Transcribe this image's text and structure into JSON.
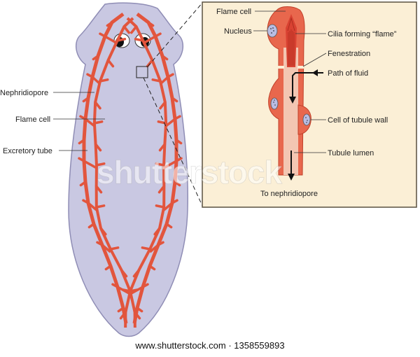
{
  "labels": {
    "nephridiopore": "Nephridiopore",
    "flame_cell_left": "Flame cell",
    "excretory_tube": "Excretory tube",
    "flame_cell_inset": "Flame cell",
    "nucleus": "Nucleus",
    "cilia": "Cilia forming “flame”",
    "fenestration": "Fenestration",
    "path_of_fluid": "Path of fluid",
    "cell_of_tubule_wall": "Cell of tubule wall",
    "tubule_lumen": "Tubule lumen",
    "to_nephridiopore": "To nephridiopore"
  },
  "watermark": "shutterstock",
  "credit": "www.shutterstock.com · 1358559893",
  "colors": {
    "body_fill": "#c9c8e2",
    "body_outline": "#8f8db5",
    "tube": "#e2553d",
    "tube_dark": "#c0402a",
    "inset_bg": "#fbefd6",
    "inset_border": "#5a5040",
    "lumen": "#f3c6b2",
    "cell_wall": "#e8674d"
  }
}
